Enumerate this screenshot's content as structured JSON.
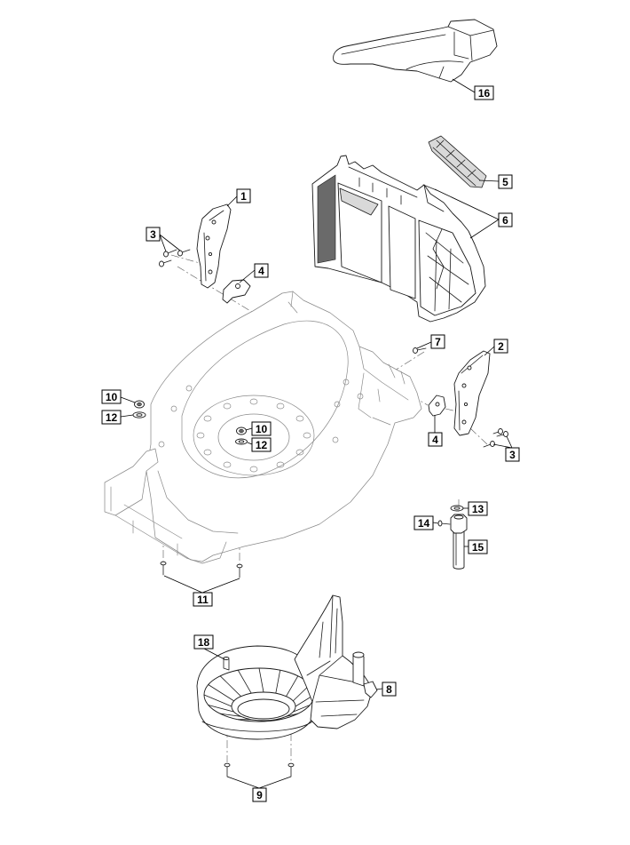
{
  "callouts": [
    "16",
    "5",
    "6",
    "1",
    "3",
    "4",
    "7",
    "2",
    "10",
    "12",
    "10",
    "12",
    "4",
    "3",
    "13",
    "14",
    "15",
    "11",
    "18",
    "8",
    "9"
  ]
}
